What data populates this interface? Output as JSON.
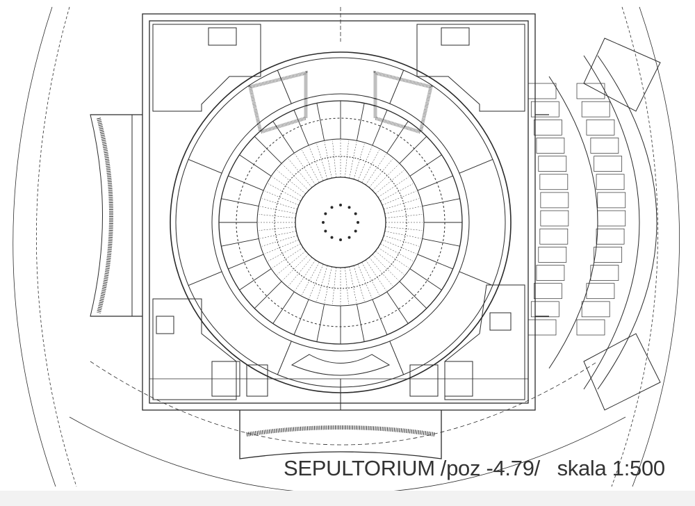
{
  "drawing": {
    "title": "SEPULTORIUM",
    "level": "/poz -4.79/",
    "scale": "skala 1:500",
    "line_color": "#2a2a2a",
    "paper_color": "#ffffff"
  }
}
